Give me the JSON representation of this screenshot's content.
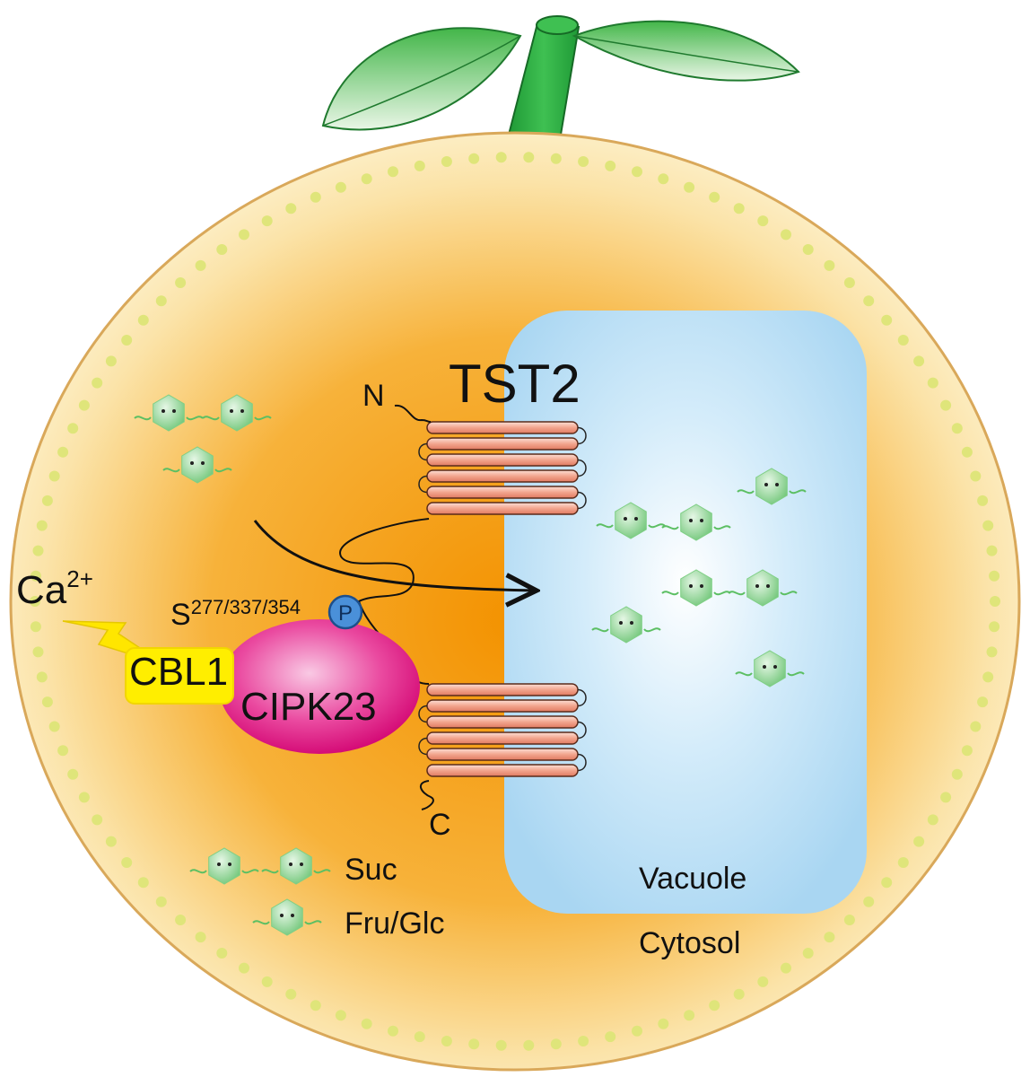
{
  "labels": {
    "transporter": "TST2",
    "n_terminus": "N",
    "c_terminus": "C",
    "phospho_sites_base": "S",
    "phospho_sites_sup": "277/337/354",
    "phospho_mark": "P",
    "calcium_base": "Ca",
    "calcium_sup": "2+",
    "calcium_sensor": "CBL1",
    "kinase": "CIPK23",
    "vacuole": "Vacuole",
    "cytosol": "Cytosol"
  },
  "legend": {
    "sucrose": "Suc",
    "hexose": "Fru/Glc"
  },
  "sugars": {
    "cytosol_suc_count": 1,
    "cytosol_hex_count": 1,
    "vacuole_suc_count": 2,
    "vacuole_hex_count": 3
  },
  "colors": {
    "cytosol_center": "#f39200",
    "cytosol_edge": "#fdf1c8",
    "cell_wall_dots": "#dfe57a",
    "vacuole": "#a9d6f2",
    "vacuole_center": "#ffffff",
    "helix": "#f2a58e",
    "kinase": "#e4007f",
    "cbl1": "#ffee00",
    "calcium_bolt": "#ffe600",
    "phospho": "#4a90d9",
    "sugar": "#7fcf85",
    "leaf": "#3cb54a"
  }
}
